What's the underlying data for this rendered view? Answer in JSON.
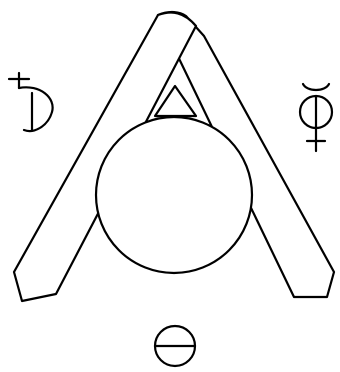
{
  "diagram": {
    "figure": "alchemical-triangle-with-circle",
    "stroke_color": "#000000",
    "background_color": "#ffffff",
    "symbols": [
      {
        "id": "saturn",
        "icon": "saturn-symbol-icon",
        "position": "left"
      },
      {
        "id": "mercury",
        "icon": "mercury-symbol-icon",
        "position": "right"
      },
      {
        "id": "salt",
        "icon": "salt-symbol-icon",
        "position": "bottom"
      }
    ]
  }
}
